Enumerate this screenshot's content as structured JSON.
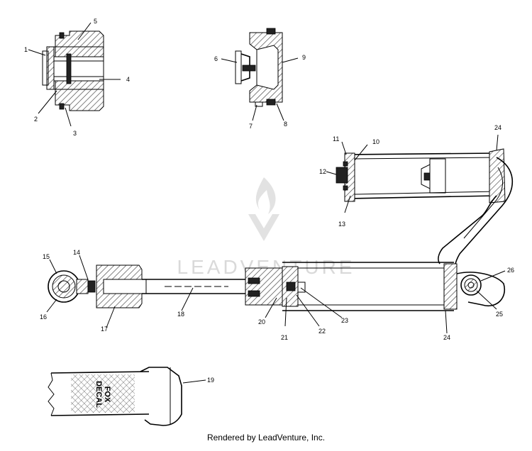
{
  "footer_text": "Rendered by LeadVenture, Inc.",
  "watermark_text": "LEADVENTURE",
  "decal_text": [
    "FOX",
    "DECAL"
  ],
  "labels": [
    "1",
    "2",
    "3",
    "4",
    "5",
    "6",
    "7",
    "8",
    "9",
    "10",
    "11",
    "12",
    "13",
    "14",
    "15",
    "16",
    "17",
    "18",
    "19",
    "20",
    "21",
    "22",
    "23",
    "24",
    "24",
    "25",
    "26"
  ]
}
